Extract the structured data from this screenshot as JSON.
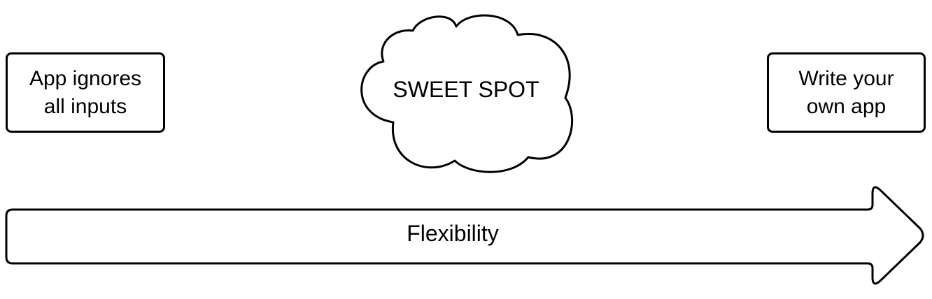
{
  "diagram": {
    "left_box": {
      "text": "App ignores\nall inputs"
    },
    "cloud": {
      "text": "SWEET SPOT"
    },
    "right_box": {
      "text": "Write your\nown app"
    },
    "arrow": {
      "text": "Flexibility"
    }
  },
  "colors": {
    "stroke": "#000000",
    "fill": "#ffffff"
  }
}
